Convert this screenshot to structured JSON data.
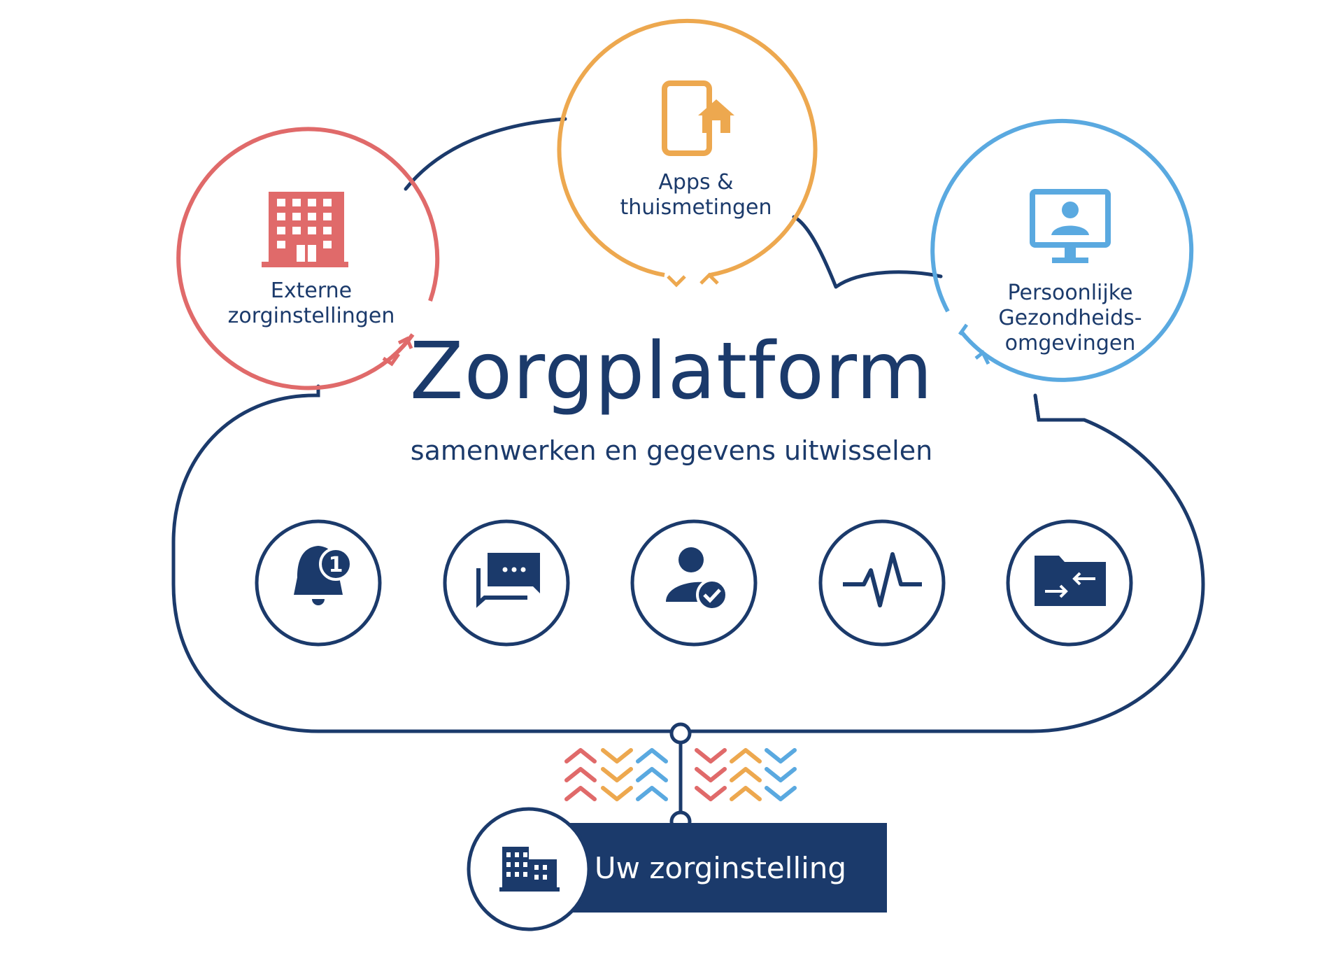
{
  "colors": {
    "navy": "#1b3a6b",
    "red": "#e06a6a",
    "orange": "#eda84f",
    "blue": "#5aa9e0"
  },
  "cloud": {
    "title": "Zorgplatform",
    "subtitle": "samenwerken en gegevens uitwisselen"
  },
  "nodes": {
    "external": {
      "label": "Externe zorginstellingen",
      "icon": "building-icon",
      "color": "#e06a6a"
    },
    "apps": {
      "label": "Apps & thuismetingen",
      "icon": "phone-home-icon",
      "color": "#eda84f"
    },
    "personal": {
      "label": "Persoonlijke Gezondheids-omgevingen",
      "icon": "monitor-person-icon",
      "color": "#5aa9e0"
    }
  },
  "services": [
    {
      "icon": "notification-bell-icon",
      "badge": "1"
    },
    {
      "icon": "chat-icon"
    },
    {
      "icon": "user-verified-icon"
    },
    {
      "icon": "vital-signs-icon"
    },
    {
      "icon": "folder-exchange-icon"
    }
  ],
  "organization": {
    "label": "Uw zorginstelling",
    "icon": "office-building-icon"
  }
}
